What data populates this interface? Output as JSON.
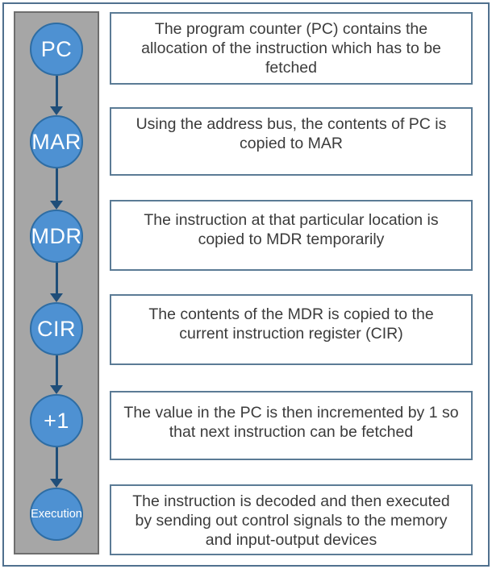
{
  "title": "Fetch-decode-execute cycle diagram",
  "colors": {
    "background": "#ffffff",
    "frame_border": "#50708e",
    "band_fill": "#a6a6a6",
    "band_border": "#6e6e6e",
    "circle_fill": "#4e91d2",
    "circle_border": "#2e6da4",
    "circle_text": "#ffffff",
    "arrow": "#1f4e79",
    "box_bg": "#ffffff",
    "box_border": "#5b7b95",
    "box_text": "#3b3b3b"
  },
  "diagram": {
    "steps": [
      {
        "label": "PC",
        "description": "The program counter (PC) contains the allocation of the instruction which has to be fetched"
      },
      {
        "label": "MAR",
        "description": "Using the address bus, the contents of PC is copied to MAR"
      },
      {
        "label": "MDR",
        "description": "The instruction at that particular location is copied to MDR temporarily"
      },
      {
        "label": "CIR",
        "description": "The contents of the MDR is copied to the current instruction register (CIR)"
      },
      {
        "label": "+1",
        "description": "The value in the PC is then incremented by 1 so that next instruction can be fetched"
      },
      {
        "label": "Execution",
        "description": "The instruction is decoded and then executed by sending out control signals to the memory and input-output devices"
      }
    ]
  }
}
